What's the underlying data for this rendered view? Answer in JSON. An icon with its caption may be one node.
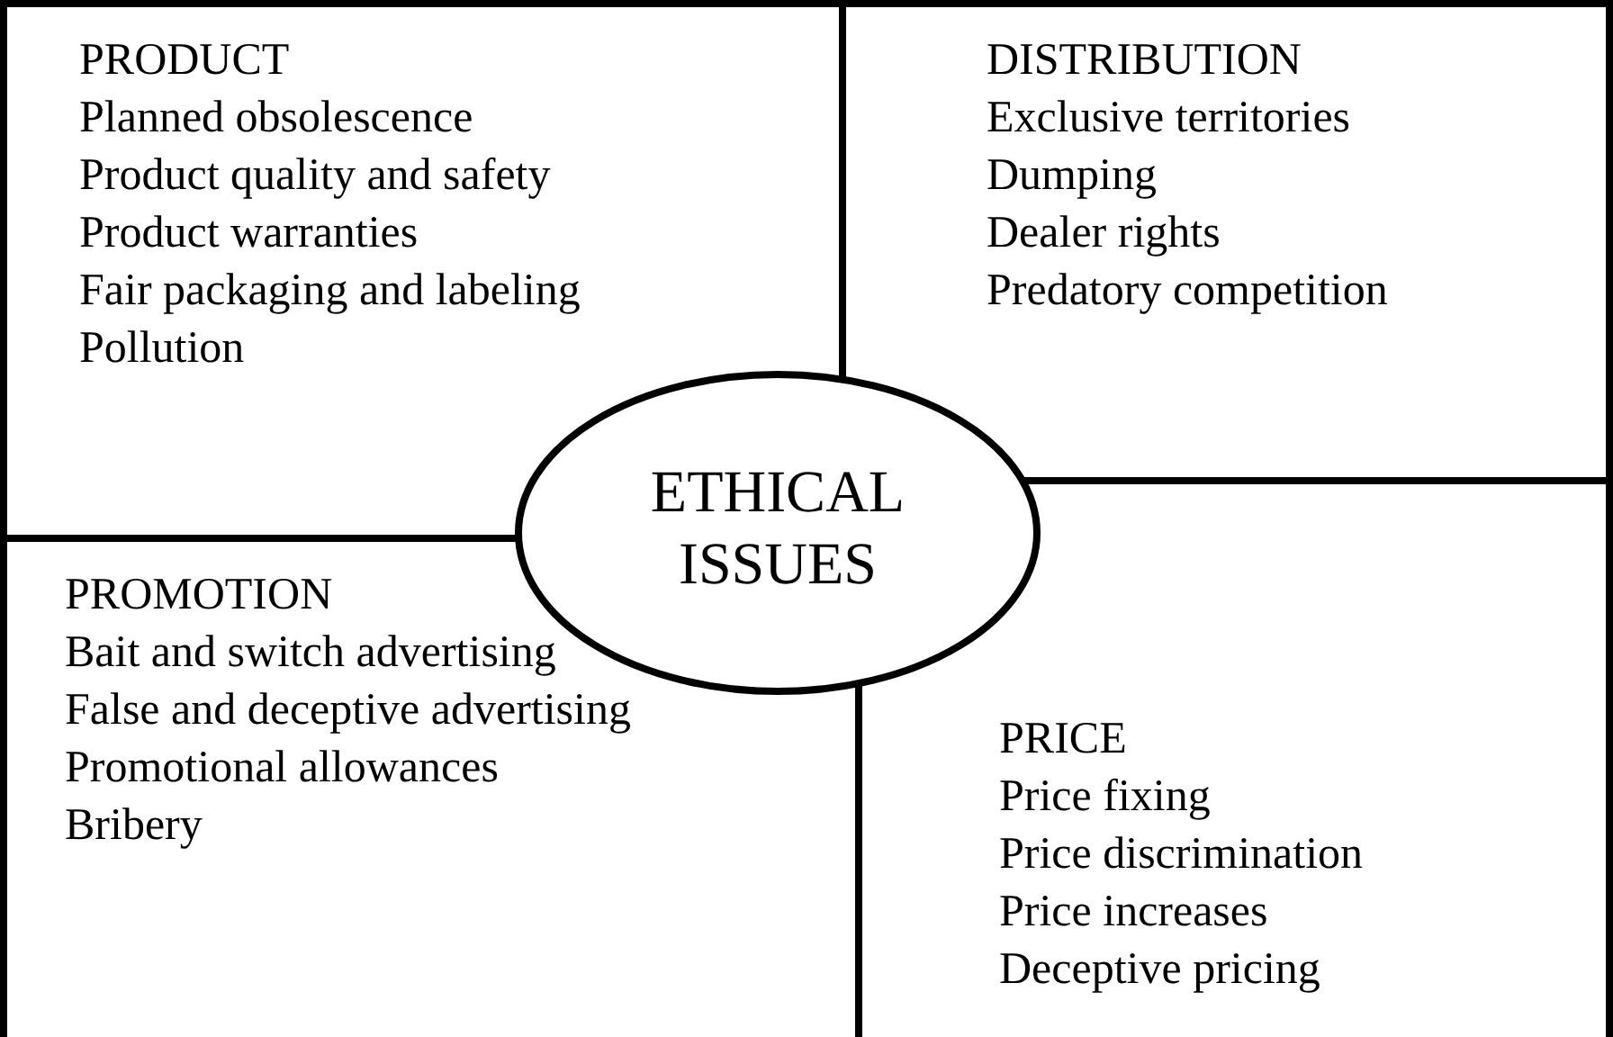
{
  "diagram": {
    "nodes": [
      {
        "text": [
          "PRODUCT",
          "Planned obsolescence",
          "Product quality and safety",
          "Product warranties",
          "Fair packaging and labeling",
          "Pollution"
        ]
      },
      {
        "text": [
          "DISTRIBUTION",
          "Exclusive territories",
          "Dumping",
          "Dealer rights",
          "Predatory competition"
        ]
      },
      {
        "text": [
          "PROMOTION",
          "Bait and switch advertising",
          "False and deceptive advertising",
          "Promotional allowances",
          "Bribery"
        ]
      },
      {
        "text": [
          "PRICE",
          "Price fixing",
          "Price discrimination",
          "Price increases",
          "Deceptive pricing"
        ]
      },
      {
        "text": [
          "ETHICAL ISSUES"
        ]
      }
    ]
  }
}
